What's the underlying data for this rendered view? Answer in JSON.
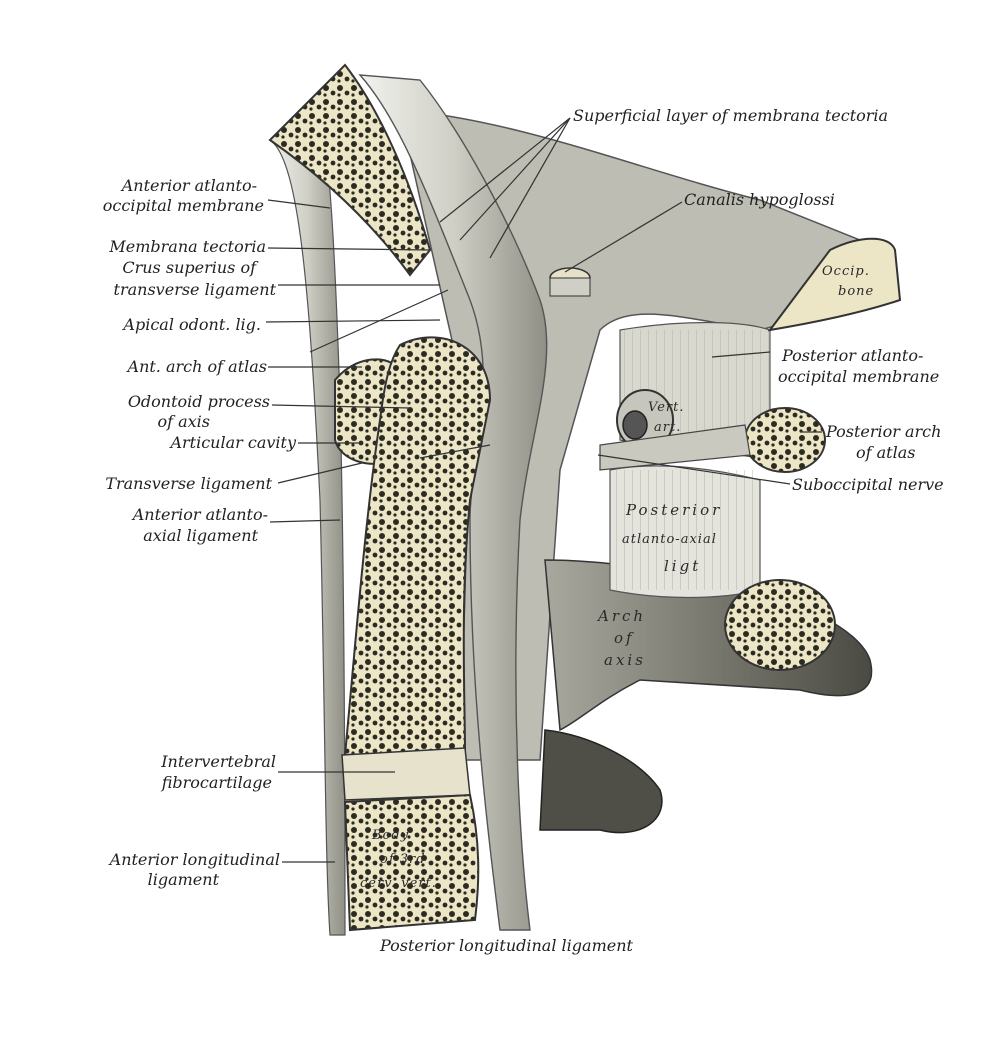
{
  "labels": {
    "superficial_layer": "Superficial layer of membrana tectoria",
    "canalis_hypoglossi": "Canalis hypoglossi",
    "anterior_atlanto_occipital_1": "Anterior atlanto-",
    "anterior_atlanto_occipital_2": "occipital membrane",
    "membrana_tectoria": "Membrana tectoria",
    "crus_superius_1": "Crus superius of",
    "crus_superius_2": "transverse ligament",
    "apical_odont": "Apical odont. lig.",
    "ant_arch_atlas": "Ant. arch of atlas",
    "odontoid_1": "Odontoid process",
    "odontoid_2": "of axis",
    "articular_cavity": "Articular cavity",
    "transverse_ligament": "Transverse ligament",
    "anterior_atlanto_axial_1": "Anterior atlanto-",
    "anterior_atlanto_axial_2": "axial ligament",
    "intervertebral_1": "Intervertebral",
    "intervertebral_2": "fibrocartilage",
    "anterior_longitudinal_1": "Anterior longitudinal",
    "anterior_longitudinal_2": "ligament",
    "posterior_longitudinal": "Posterior longitudinal ligament",
    "posterior_ao_1": "Posterior atlanto-",
    "posterior_ao_2": "occipital membrane",
    "posterior_arch_1": "Posterior arch",
    "posterior_arch_2": "of atlas",
    "suboccipital_nerve": "Suboccipital nerve"
  },
  "inset": {
    "occip_1": "Occip.",
    "occip_2": "bone",
    "vert_1": "Vert.",
    "vert_2": "art.",
    "posterior_aa_1": "Posterior",
    "posterior_aa_2": "atlanto-axial",
    "posterior_aa_3": "ligt",
    "arch_axis_1": "Arch",
    "arch_axis_2": "of",
    "arch_axis_3": "axis",
    "body_1": "Body",
    "body_2": "of 3rd",
    "body_3": "cerv. vert."
  },
  "colors": {
    "bone": "#ece6c6",
    "bone_edge": "#3a3a30",
    "ligament": "#dcdcd4",
    "shadow": "#6a6a60",
    "spongy": "#2b2b22",
    "leader": "#333333"
  }
}
